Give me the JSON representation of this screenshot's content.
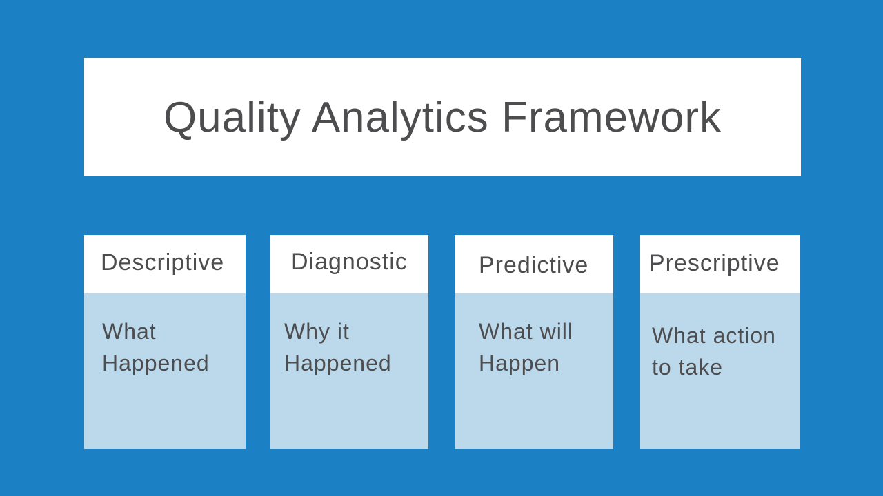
{
  "slide": {
    "title": "Quality Analytics Framework",
    "columns": [
      {
        "header": "Descriptive",
        "body": "What\nHappened"
      },
      {
        "header": "Diagnostic",
        "body": "Why it\nHappened"
      },
      {
        "header": "Predictive",
        "body": "What will\nHappen"
      },
      {
        "header": "Prescriptive",
        "body": "What action\nto take"
      }
    ],
    "colors": {
      "background": "#1c80c4",
      "panel": "#ffffff",
      "column_body": "#bcd8eb",
      "text": "#4d4d4f"
    }
  }
}
